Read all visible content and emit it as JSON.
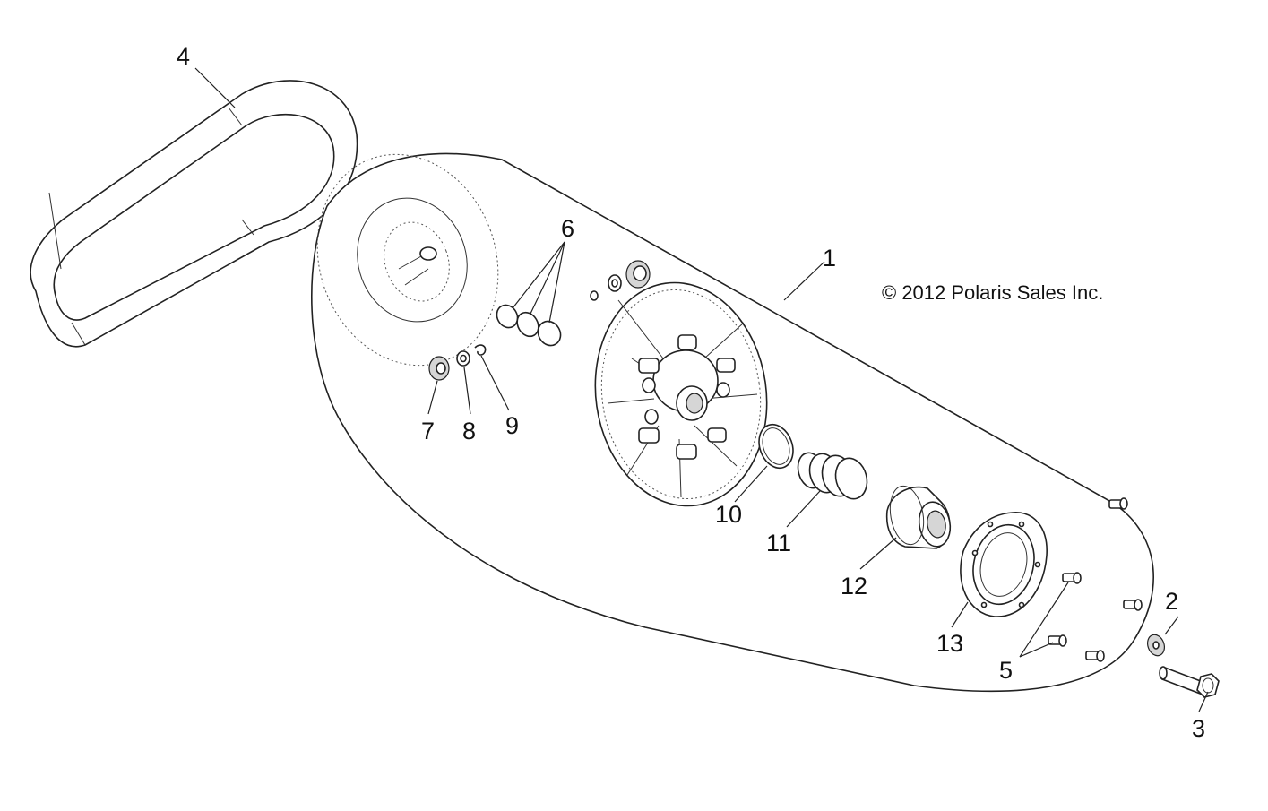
{
  "copyright": "© 2012 Polaris Sales Inc.",
  "callouts": [
    {
      "id": "1",
      "text": "1"
    },
    {
      "id": "2",
      "text": "2"
    },
    {
      "id": "3",
      "text": "3"
    },
    {
      "id": "4",
      "text": "4"
    },
    {
      "id": "5",
      "text": "5"
    },
    {
      "id": "6",
      "text": "6"
    },
    {
      "id": "7",
      "text": "7"
    },
    {
      "id": "8",
      "text": "8"
    },
    {
      "id": "9",
      "text": "9"
    },
    {
      "id": "10",
      "text": "10"
    },
    {
      "id": "11",
      "text": "11"
    },
    {
      "id": "12",
      "text": "12"
    },
    {
      "id": "13",
      "text": "13"
    }
  ]
}
